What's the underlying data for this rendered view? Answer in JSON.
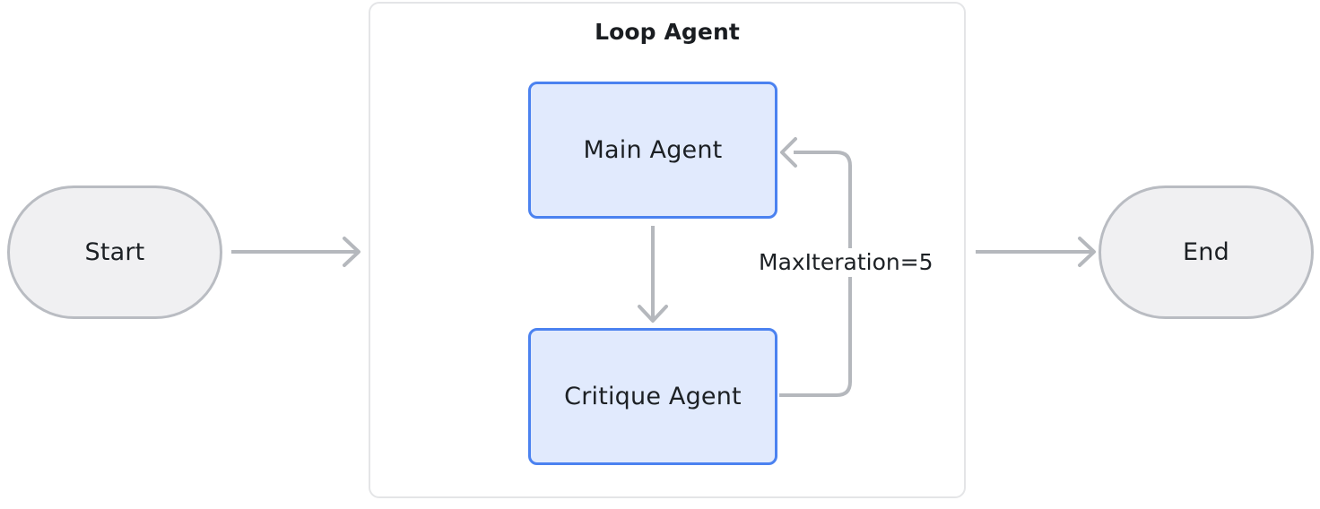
{
  "diagram": {
    "type": "flowchart",
    "background_color": "#ffffff",
    "palette": {
      "terminal_fill": "#f0f0f2",
      "terminal_stroke": "#b9bcc2",
      "agent_fill": "#e1eafd",
      "agent_stroke": "#4b82f0",
      "container_stroke": "#e4e5e7",
      "connector_stroke": "#b5b8bd",
      "text_color": "#1c2024"
    }
  },
  "nodes": {
    "start": {
      "label": "Start",
      "shape": "stadium"
    },
    "end": {
      "label": "End",
      "shape": "stadium"
    },
    "main_agent": {
      "label": "Main Agent",
      "shape": "rounded-rect"
    },
    "critique_agent": {
      "label": "Critique Agent",
      "shape": "rounded-rect"
    }
  },
  "container": {
    "title": "Loop Agent"
  },
  "edges": {
    "start_to_loop": {
      "label": "",
      "direction": "right"
    },
    "main_to_critique": {
      "label": "",
      "direction": "down"
    },
    "critique_to_main": {
      "label": "MaxIteration=5",
      "direction": "loop-back"
    },
    "loop_to_end": {
      "label": "",
      "direction": "right"
    }
  }
}
